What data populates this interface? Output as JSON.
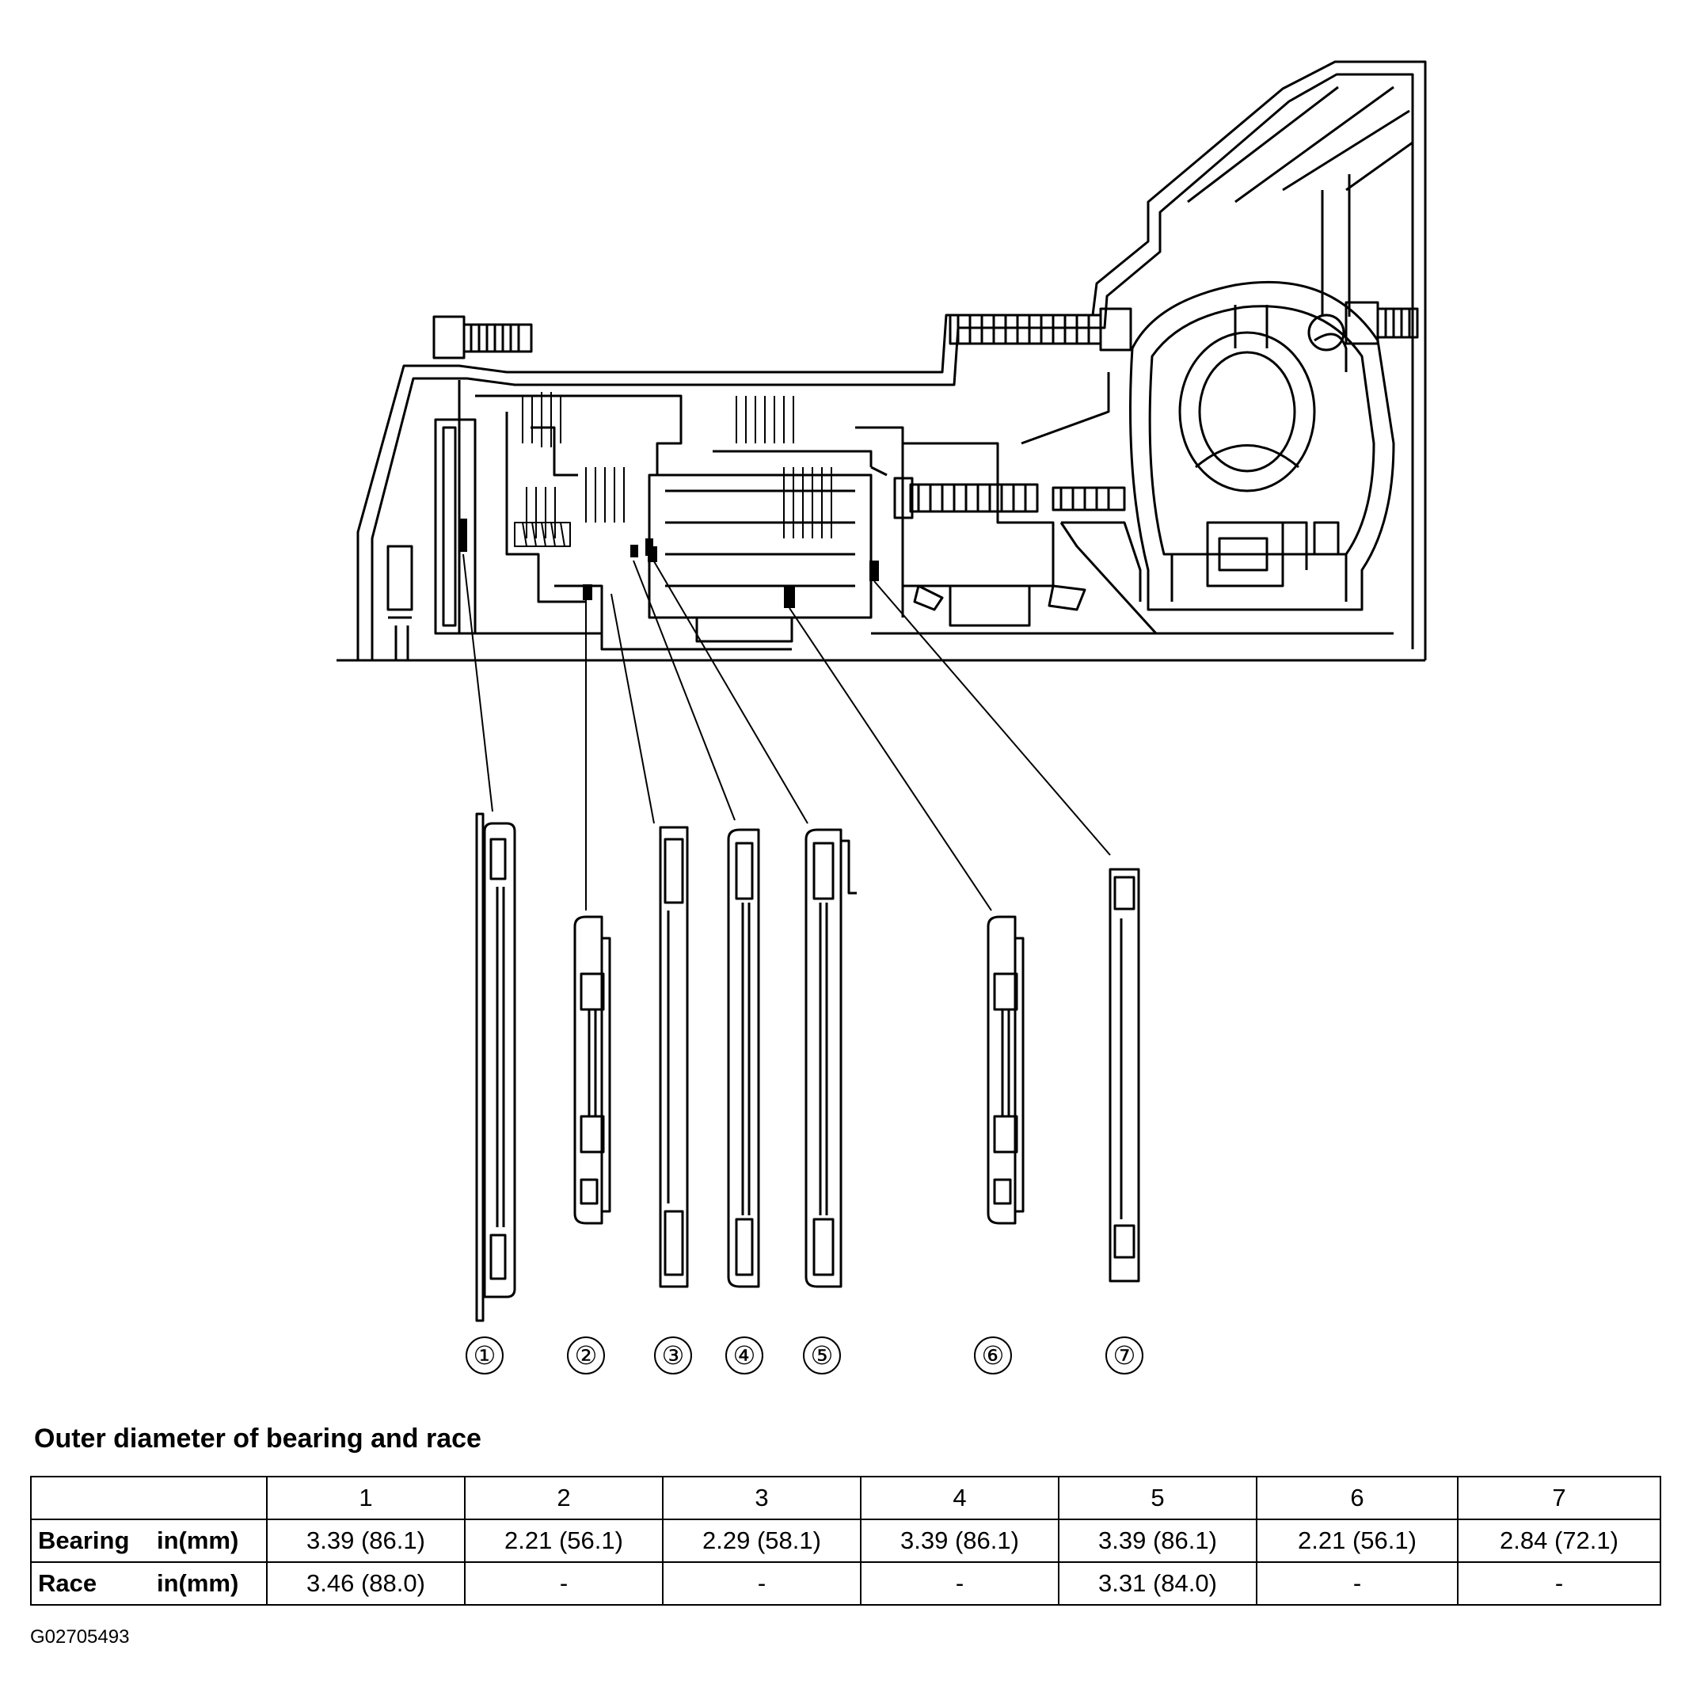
{
  "callouts": [
    "①",
    "②",
    "③",
    "④",
    "⑤",
    "⑥",
    "⑦"
  ],
  "table": {
    "title": "Outer diameter of bearing and race",
    "columns": [
      "1",
      "2",
      "3",
      "4",
      "5",
      "6",
      "7"
    ],
    "rows": [
      {
        "name": "Bearing",
        "unit": "in(mm)",
        "cells": [
          "3.39 (86.1)",
          "2.21 (56.1)",
          "2.29 (58.1)",
          "3.39 (86.1)",
          "3.39 (86.1)",
          "2.21 (56.1)",
          "2.84 (72.1)"
        ]
      },
      {
        "name": "Race",
        "unit": "in(mm)",
        "cells": [
          "3.46 (88.0)",
          "-",
          "-",
          "-",
          "3.31 (84.0)",
          "-",
          "-"
        ]
      }
    ]
  },
  "figure_id": "G02705493"
}
